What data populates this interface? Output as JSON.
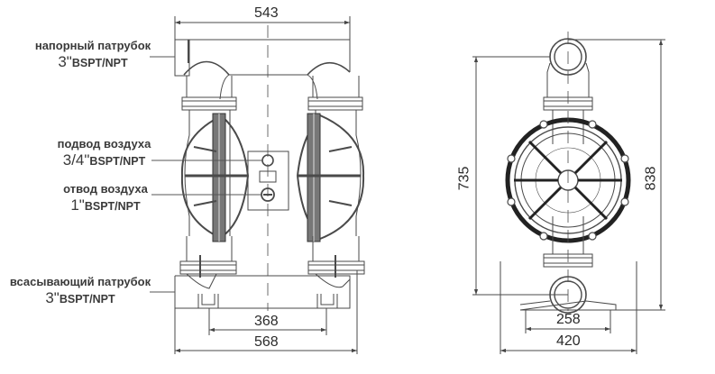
{
  "drawing": {
    "type": "technical dimension drawing",
    "subject": "air-operated double diaphragm pump",
    "views": [
      "front",
      "side"
    ]
  },
  "callouts": [
    {
      "id": "discharge",
      "name": "напорный патрубок",
      "size": "3\"",
      "standard": "BSPT/NPT"
    },
    {
      "id": "air_inlet",
      "name": "подвод воздуха",
      "size": "3/4\"",
      "standard": "BSPT/NPT"
    },
    {
      "id": "air_exhaust",
      "name": "отвод воздуха",
      "size": "1\"",
      "standard": "BSPT/NPT"
    },
    {
      "id": "suction",
      "name": "всасывающий патрубок",
      "size": "3\"",
      "standard": "BSPT/NPT"
    }
  ],
  "dimensions": {
    "front_top_width": "543",
    "front_mount_spacing": "368",
    "front_base_width": "568",
    "side_height_inlet_to_outlet": "735",
    "side_total_height": "838",
    "side_mount_spacing": "258",
    "side_base_width": "420"
  },
  "colors": {
    "line": "#4a4a4a",
    "text": "#333333"
  }
}
